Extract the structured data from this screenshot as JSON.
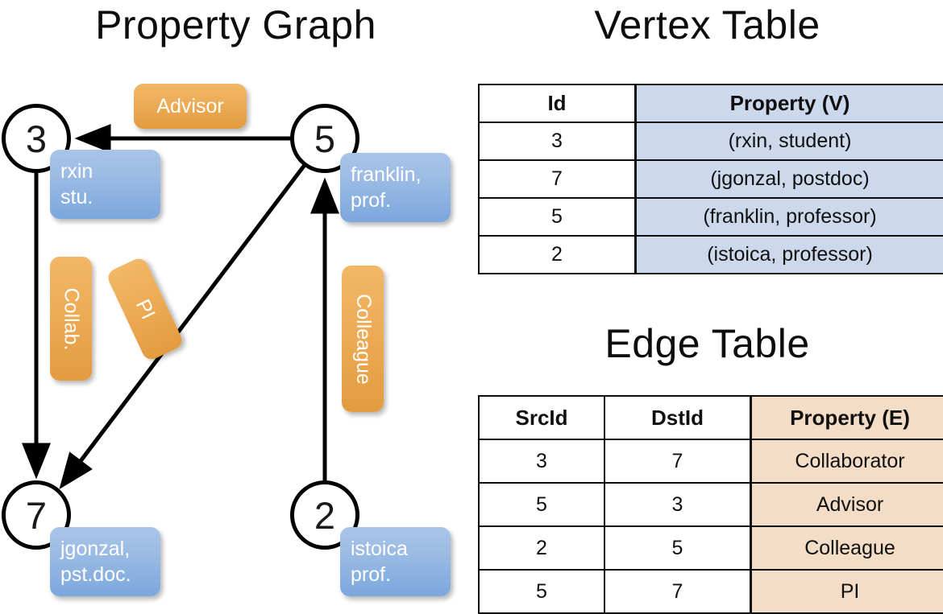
{
  "graph": {
    "title": "Property Graph",
    "nodes": [
      {
        "id": "3",
        "property_line1": "rxin",
        "property_line2": "stu."
      },
      {
        "id": "5",
        "property_line1": "franklin,",
        "property_line2": "prof."
      },
      {
        "id": "7",
        "property_line1": "jgonzal,",
        "property_line2": "pst.doc."
      },
      {
        "id": "2",
        "property_line1": "istoica",
        "property_line2": "prof."
      }
    ],
    "edge_labels": [
      {
        "name": "advisor",
        "text": "Advisor"
      },
      {
        "name": "collab",
        "text": "Collab."
      },
      {
        "name": "pi",
        "text": "PI"
      },
      {
        "name": "colleague",
        "text": "Colleague"
      }
    ]
  },
  "vertex_table": {
    "title": "Vertex Table",
    "headers": [
      "Id",
      "Property (V)"
    ],
    "rows": [
      [
        "3",
        "(rxin, student)"
      ],
      [
        "7",
        "(jgonzal, postdoc)"
      ],
      [
        "5",
        "(franklin, professor)"
      ],
      [
        "2",
        "(istoica, professor)"
      ]
    ]
  },
  "edge_table": {
    "title": "Edge Table",
    "headers": [
      "SrcId",
      "DstId",
      "Property (E)"
    ],
    "rows": [
      [
        "3",
        "7",
        "Collaborator"
      ],
      [
        "5",
        "3",
        "Advisor"
      ],
      [
        "2",
        "5",
        "Colleague"
      ],
      [
        "5",
        "7",
        "PI"
      ]
    ]
  },
  "colors": {
    "vertex_property_fill": "#ccd9ec",
    "edge_property_fill": "#f3ddc6",
    "node_property_box": "#9dbce4",
    "edge_label_box": "#eead58",
    "stroke": "#000000"
  }
}
